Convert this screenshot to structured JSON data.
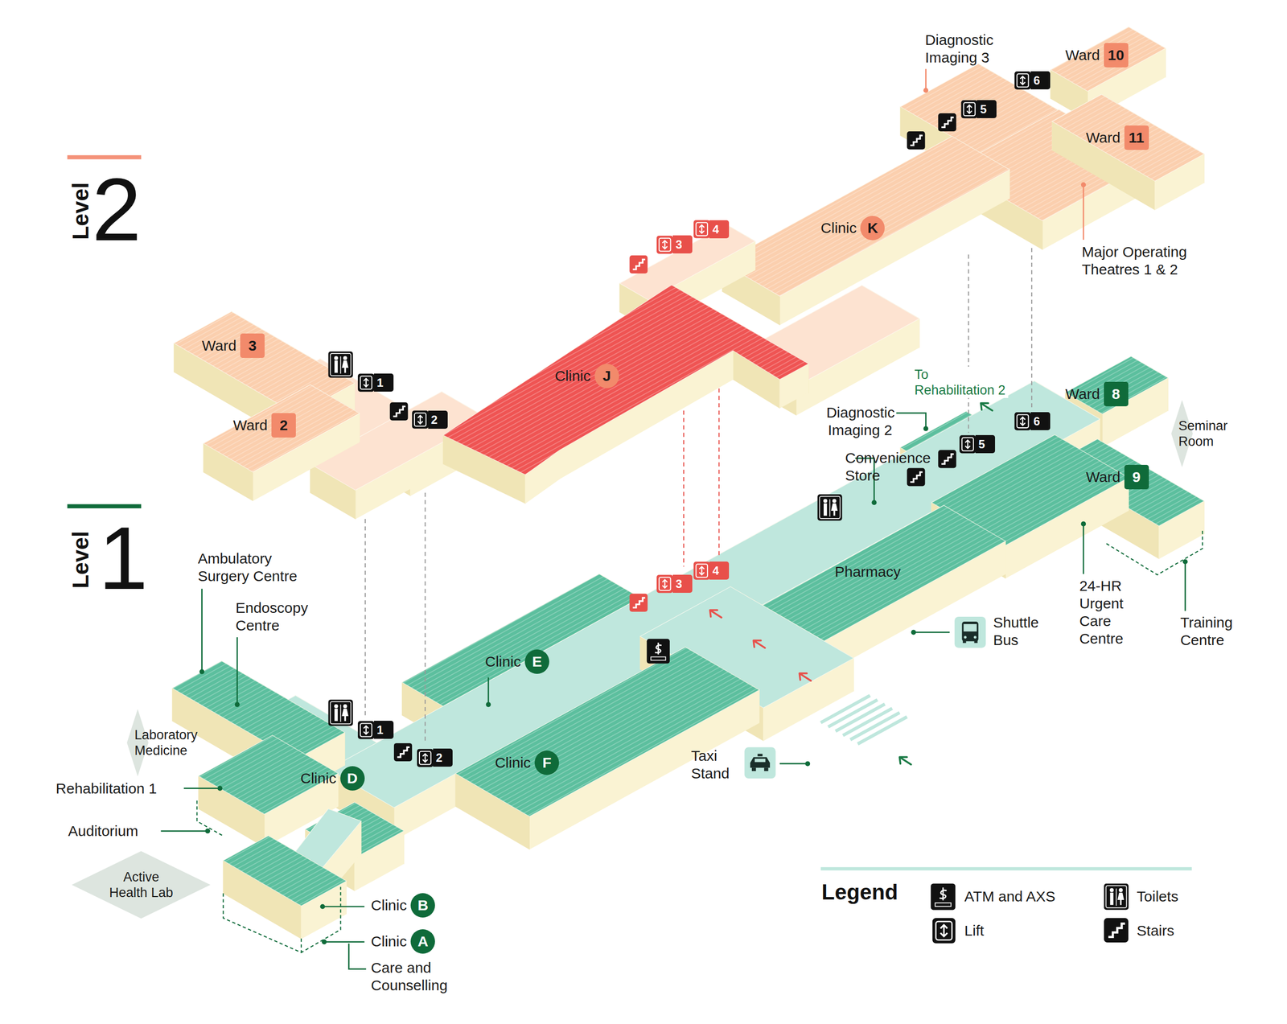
{
  "diagram": {
    "nodes": [
      {
        "text": [
          "Ward",
          "10"
        ]
      },
      {
        "text": [
          "Ward",
          "11"
        ]
      },
      {
        "text": [
          "Clinic",
          "K"
        ]
      },
      {
        "text": [
          "Ward",
          "3"
        ]
      },
      {
        "text": [
          "Clinic",
          "J"
        ]
      },
      {
        "text": [
          "Ward",
          "2"
        ]
      },
      {
        "text": [
          "Ward",
          "8"
        ]
      },
      {
        "text": [
          "Seminar Room"
        ]
      },
      {
        "text": [
          "Ward",
          "9"
        ]
      },
      {
        "text": [
          "Clinic",
          "E"
        ]
      },
      {
        "text": [
          "Laboratory Medicine"
        ]
      },
      {
        "text": [
          "Clinic",
          "D"
        ]
      },
      {
        "text": [
          "Clinic",
          "F"
        ]
      },
      {
        "text": [
          "Active Health Lab"
        ]
      },
      {
        "text": [
          "Clinic",
          "B"
        ]
      },
      {
        "text": [
          "Clinic",
          "A"
        ]
      }
    ],
    "labels": [
      "Level",
      "2",
      "Level",
      "1",
      "Diagnostic Imaging 3",
      "Major Operating Theatres 1 & 2",
      "1",
      "2",
      "3",
      "4",
      "5",
      "6",
      "To Rehabilitation 2",
      "Diagnostic Imaging 2",
      "Convenience Store",
      "Pharmacy",
      "Shuttle Bus",
      "24-HR Urgent Care Centre",
      "Training Centre",
      "Taxi Stand",
      "Ambulatory Surgery Centre",
      "Endoscopy Centre",
      "Rehabilitation 1",
      "Auditorium",
      "Care and Counselling",
      "1",
      "2",
      "3",
      "4",
      "5",
      "6",
      "Legend"
    ],
    "legend": [
      {
        "text": "ATM and AXS"
      },
      {
        "text": "Lift"
      },
      {
        "text": "Toilets"
      },
      {
        "text": "Stairs"
      }
    ]
  }
}
